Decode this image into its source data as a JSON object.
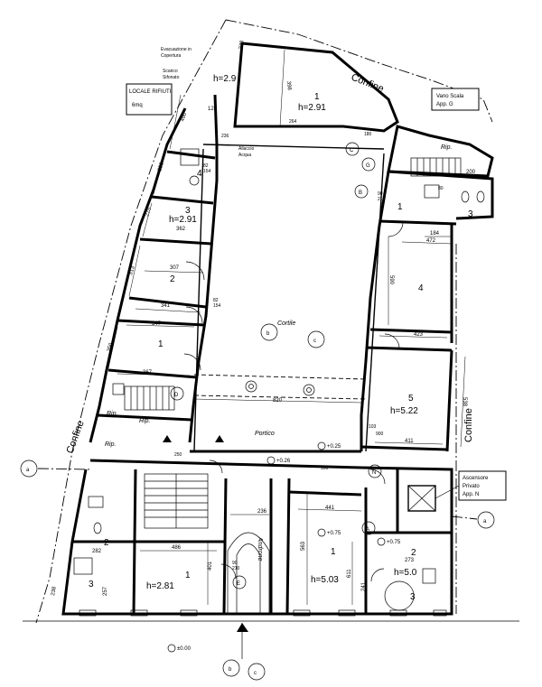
{
  "labels": {
    "locale_rifiuti": "LOCALE RIFIUTI",
    "locale_rifiuti_area": "6mq",
    "vano_scala": "Vano Scala",
    "vano_scala_app": "App. G",
    "ascensore": "Ascensore",
    "ascensore_privato": "Privato",
    "ascensore_app": "App. N",
    "confine_top": "Confine",
    "confine_left": "Confine",
    "confine_right": "Confine",
    "cortile": "Cortile",
    "portico": "Portico",
    "androne": "Androne",
    "rip": "Rip.",
    "evacuazione": "Evacuazione in",
    "evacuazione2": "Copertura",
    "scarico": "Scarico",
    "scarico2": "Sifonato",
    "allaccio": "Allaccio",
    "allaccio2": "Acqua"
  },
  "rooms": {
    "r1_top": "1",
    "r1_top_h": "h=2.91",
    "r_top_small_h": "h=2.9",
    "r3_left": "3",
    "r3_left_h": "h=2.91",
    "r2_left": "2",
    "r1_left": "1",
    "r4_left": "4",
    "r1_right": "1",
    "r3_right": "3",
    "r4_right": "4",
    "r5_right": "5",
    "r5_right_h": "h=5.22",
    "r1_bl": "1",
    "r1_bl_h": "h=2.81",
    "r2_bl": "2",
    "r3_bl": "3",
    "r1_bc": "1",
    "r1_bc_h": "h=5.03",
    "r2_br": "2",
    "r2_br_h": "h=5.0",
    "r3_br": "3"
  },
  "markers": {
    "A": "A",
    "B": "B",
    "C": "C",
    "D": "D",
    "E": "E",
    "G": "G",
    "N": "N"
  },
  "sections": {
    "a": "a",
    "b": "b",
    "c": "c"
  },
  "levels": {
    "l026": "+0.26",
    "l025": "+0.25",
    "l075a": "+0.75",
    "l075b": "+0.75",
    "l000": "±0.00"
  },
  "dims": {
    "d398": "398",
    "d270": "270",
    "d460": "460",
    "d235": "235",
    "d275": "275",
    "d313": "313",
    "d350": "350",
    "d307": "307",
    "d341": "341",
    "d347": "347",
    "d367": "367",
    "d362": "362",
    "d590": "590",
    "d472": "472",
    "d184": "184",
    "d423": "423",
    "d538": "538",
    "d411": "411",
    "d441": "441",
    "d486": "486",
    "d401": "401",
    "d236": "236",
    "d563": "563",
    "d611": "611",
    "d241": "241",
    "d273": "273",
    "d282": "282",
    "d257": "257",
    "d238": "238",
    "d200": "200",
    "d900": "900",
    "d820": "820",
    "d128": "128",
    "d236b": "236",
    "d90a": "90",
    "d210a": "210",
    "d90b": "90",
    "d210b": "210",
    "d82a": "82",
    "d154a": "154",
    "d82b": "82",
    "d154b": "154",
    "d103": "103",
    "d250": "250",
    "d100": "100",
    "d264": "264",
    "d180": "180",
    "d80": "80"
  }
}
